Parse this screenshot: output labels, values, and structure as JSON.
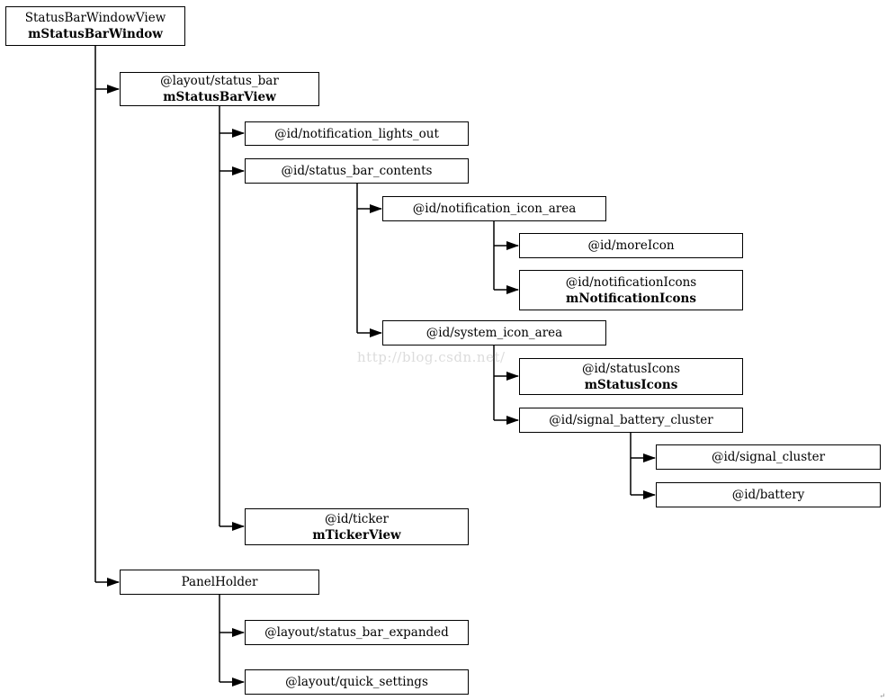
{
  "watermark": "http://blog.csdn.net/",
  "corner_mark": "↵",
  "nodes": {
    "status_bar_window_view": {
      "line1": "StatusBarWindowView",
      "line2": "mStatusBarWindow"
    },
    "layout_status_bar": {
      "line1": "@layout/status_bar",
      "line2": "mStatusBarView"
    },
    "notification_lights_out": {
      "line1": "@id/notification_lights_out"
    },
    "status_bar_contents": {
      "line1": "@id/status_bar_contents"
    },
    "notification_icon_area": {
      "line1": "@id/notification_icon_area"
    },
    "more_icon": {
      "line1": "@id/moreIcon"
    },
    "notification_icons": {
      "line1": "@id/notificationIcons",
      "line2": "mNotificationIcons"
    },
    "system_icon_area": {
      "line1": "@id/system_icon_area"
    },
    "status_icons": {
      "line1": "@id/statusIcons",
      "line2": "mStatusIcons"
    },
    "signal_battery_cluster": {
      "line1": "@id/signal_battery_cluster"
    },
    "signal_cluster": {
      "line1": "@id/signal_cluster"
    },
    "battery": {
      "line1": "@id/battery"
    },
    "ticker": {
      "line1": "@id/ticker",
      "line2": "mTickerView"
    },
    "panel_holder": {
      "line1": "PanelHolder"
    },
    "layout_status_bar_expanded": {
      "line1": "@layout/status_bar_expanded"
    },
    "layout_quick_settings": {
      "line1": "@layout/quick_settings"
    }
  }
}
